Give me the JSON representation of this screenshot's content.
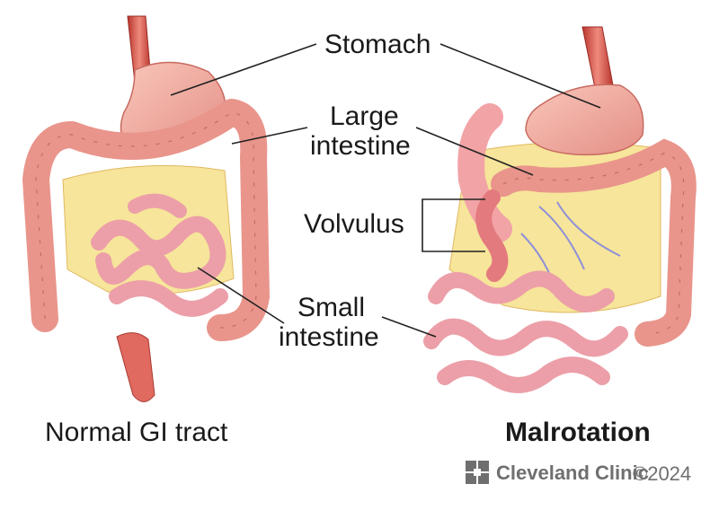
{
  "labels": {
    "stomach": "Stomach",
    "large_intestine_1": "Large",
    "large_intestine_2": "intestine",
    "volvulus": "Volvulus",
    "small_intestine_1": "Small",
    "small_intestine_2": "intestine"
  },
  "captions": {
    "left": "Normal GI tract",
    "right": "Malrotation"
  },
  "credit": {
    "logo_text": "Cleveland Clinic",
    "copyright": "©2024"
  },
  "colors": {
    "tissue_pink": "#f3a6a1",
    "tissue_dark": "#d7706b",
    "mesentery": "#f6e59a",
    "esophagus": "#d9574e",
    "logo_gray": "#6f6f6f"
  },
  "icons": [
    "cleveland-clinic-logo-icon"
  ]
}
